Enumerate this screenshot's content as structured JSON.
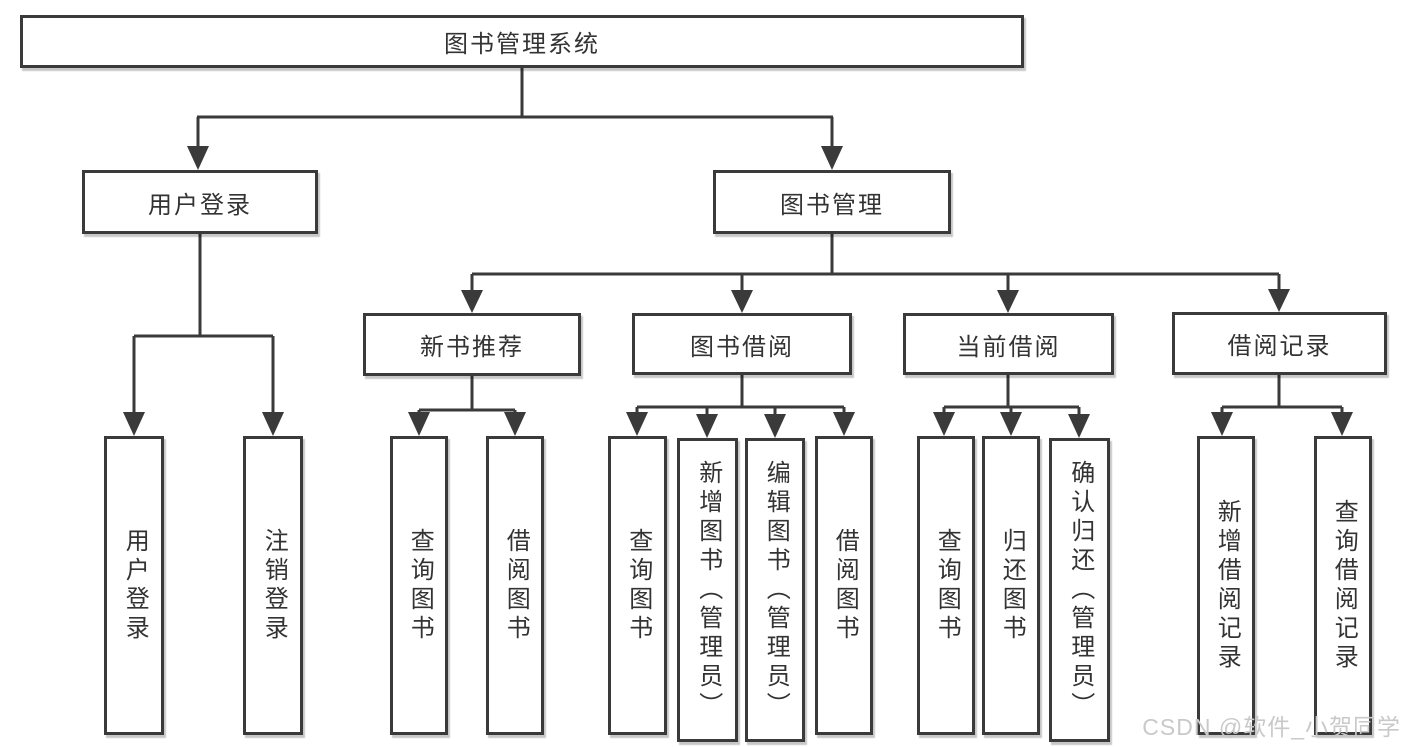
{
  "diagram": {
    "root": "图书管理系统",
    "level2": {
      "user_login": "用户登录",
      "book_mgmt": "图书管理"
    },
    "level3": {
      "new_books": "新书推荐",
      "book_borrow": "图书借阅",
      "current_borrow": "当前借阅",
      "borrow_records": "借阅记录"
    },
    "leaves": {
      "user_login": "用户登录",
      "logout": "注销登录",
      "nb_query": "查询图书",
      "nb_borrow": "借阅图书",
      "bb_query": "查询图书",
      "bb_add": "新增图书（管理员）",
      "bb_edit": "编辑图书（管理员）",
      "bb_borrow": "借阅图书",
      "cb_query": "查询图书",
      "cb_return": "归还图书",
      "cb_confirm": "确认归还（管理员）",
      "br_add": "新增借阅记录",
      "br_query": "查询借阅记录"
    }
  },
  "watermark": "CSDN @软件_小贺同学",
  "colors": {
    "line": "#3a3a3a",
    "text": "#333333",
    "watermark": "#c9c9c9",
    "background": "#ffffff"
  }
}
